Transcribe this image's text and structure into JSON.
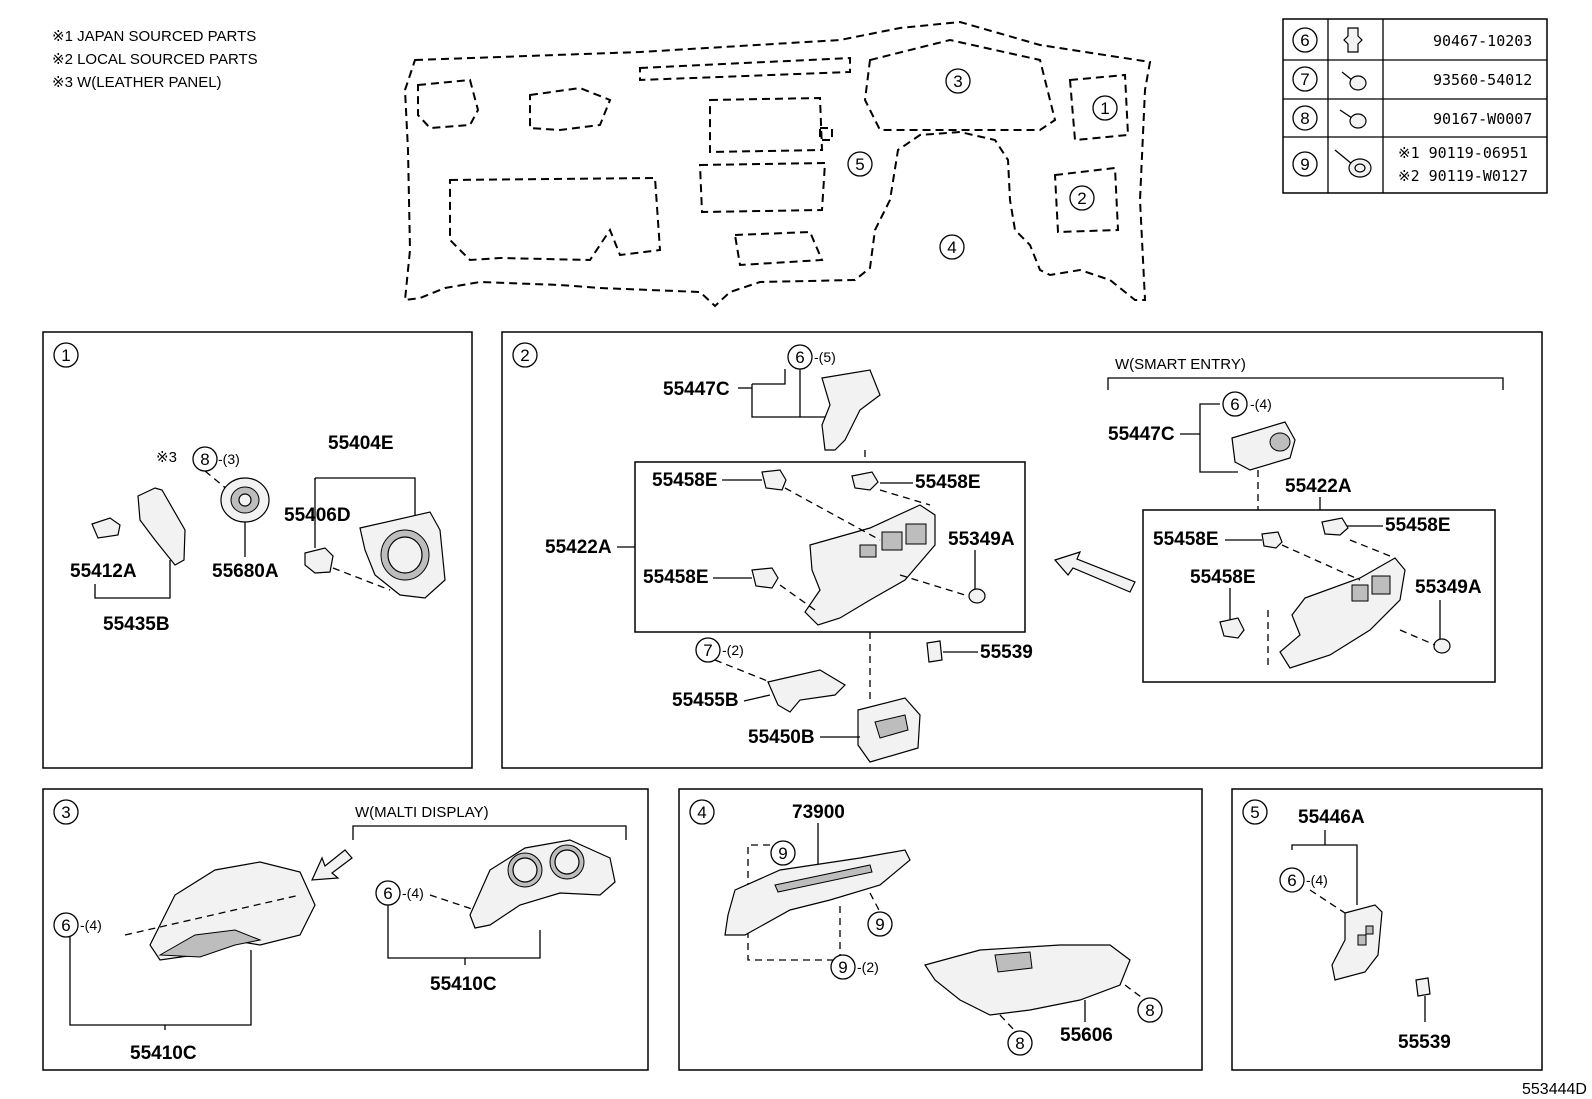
{
  "notes": [
    "※1 JAPAN SOURCED PARTS",
    "※2 LOCAL SOURCED PARTS",
    "※3 W(LEATHER PANEL)"
  ],
  "fastener_table": [
    {
      "ref": "6",
      "icon": "clip-icon",
      "part": "90467-10203"
    },
    {
      "ref": "7",
      "icon": "screw-icon",
      "part": "93560-54012"
    },
    {
      "ref": "8",
      "icon": "screw-icon",
      "part": "90167-W0007"
    },
    {
      "ref": "9",
      "icon": "bolt-icon",
      "part_1": "※1 90119-06951",
      "part_2": "※2 90119-W0127"
    }
  ],
  "overview_markers": [
    "1",
    "2",
    "3",
    "4",
    "5"
  ],
  "panel1": {
    "id": "1",
    "prefix": "※3",
    "ref_8": "8",
    "ref_8_qty": "-(3)",
    "p_55404E": "55404E",
    "p_55406D": "55406D",
    "p_55412A": "55412A",
    "p_55680A": "55680A",
    "p_55435B": "55435B"
  },
  "panel2": {
    "id": "2",
    "smart_entry_label": "W(SMART ENTRY)",
    "ref_6": "6",
    "ref_6_qty": "-(5)",
    "ref_6b_qty": "-(4)",
    "ref_7": "7",
    "ref_7_qty": "-(2)",
    "p_55447C": "55447C",
    "p_55458E": "55458E",
    "p_55422A": "55422A",
    "p_55349A": "55349A",
    "p_55539": "55539",
    "p_55455B": "55455B",
    "p_55450B": "55450B"
  },
  "panel3": {
    "id": "3",
    "multi_display_label": "W(MALTI DISPLAY)",
    "ref_6": "6",
    "ref_6_qty": "-(4)",
    "p_55410C": "55410C"
  },
  "panel4": {
    "id": "4",
    "ref_9": "9",
    "ref_9_qty": "-(2)",
    "ref_8": "8",
    "p_73900": "73900",
    "p_55606": "55606"
  },
  "panel5": {
    "id": "5",
    "ref_6": "6",
    "ref_6_qty": "-(4)",
    "p_55446A": "55446A",
    "p_55539": "55539"
  },
  "figure_id": "553444D"
}
